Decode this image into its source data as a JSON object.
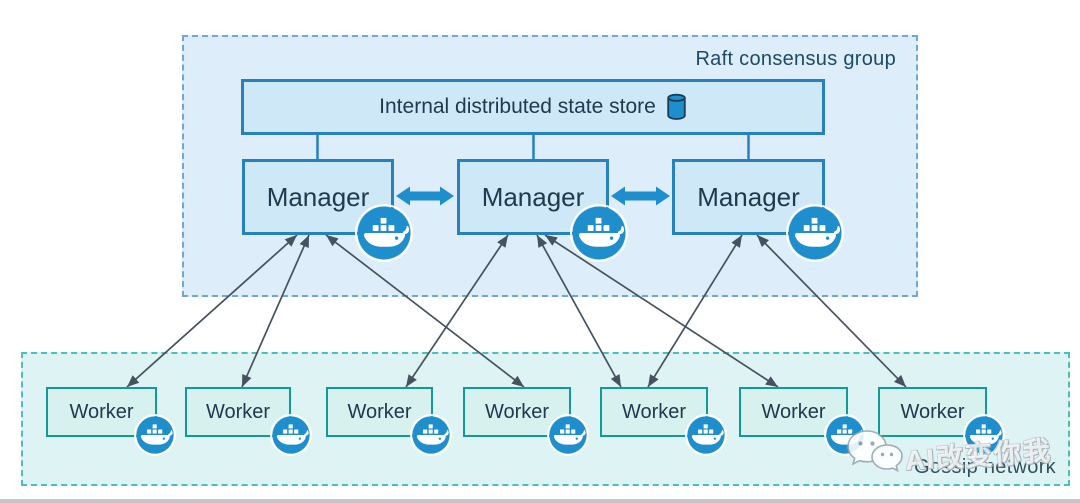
{
  "diagram": {
    "raft_group": {
      "label": "Raft consensus group"
    },
    "state_store": {
      "label": "Internal distributed state store",
      "icon": "database-cylinder-icon"
    },
    "managers": [
      {
        "id": "manager-1",
        "label": "Manager",
        "icon": "docker-whale-icon"
      },
      {
        "id": "manager-2",
        "label": "Manager",
        "icon": "docker-whale-icon"
      },
      {
        "id": "manager-3",
        "label": "Manager",
        "icon": "docker-whale-icon"
      }
    ],
    "gossip_network": {
      "label": "Gossip network"
    },
    "workers": [
      {
        "id": "worker-1",
        "label": "Worker",
        "icon": "docker-whale-icon"
      },
      {
        "id": "worker-2",
        "label": "Worker",
        "icon": "docker-whale-icon"
      },
      {
        "id": "worker-3",
        "label": "Worker",
        "icon": "docker-whale-icon"
      },
      {
        "id": "worker-4",
        "label": "Worker",
        "icon": "docker-whale-icon"
      },
      {
        "id": "worker-5",
        "label": "Worker",
        "icon": "docker-whale-icon"
      },
      {
        "id": "worker-6",
        "label": "Worker",
        "icon": "docker-whale-icon"
      },
      {
        "id": "worker-7",
        "label": "Worker",
        "icon": "docker-whale-icon"
      }
    ],
    "manager_links": [
      {
        "from": "manager-1",
        "to": "manager-2",
        "style": "thick-double-arrow"
      },
      {
        "from": "manager-2",
        "to": "manager-3",
        "style": "thick-double-arrow"
      }
    ],
    "store_links": [
      {
        "from": "state-store",
        "to": "manager-1"
      },
      {
        "from": "state-store",
        "to": "manager-2"
      },
      {
        "from": "state-store",
        "to": "manager-3"
      }
    ],
    "edges": [
      {
        "from": "manager-1",
        "to": "worker-1",
        "style": "double-arrow"
      },
      {
        "from": "manager-1",
        "to": "worker-2",
        "style": "double-arrow"
      },
      {
        "from": "manager-1",
        "to": "worker-4",
        "style": "double-arrow"
      },
      {
        "from": "manager-2",
        "to": "worker-3",
        "style": "double-arrow"
      },
      {
        "from": "manager-2",
        "to": "worker-5",
        "style": "double-arrow"
      },
      {
        "from": "manager-2",
        "to": "worker-6",
        "style": "double-arrow"
      },
      {
        "from": "manager-3",
        "to": "worker-5",
        "style": "double-arrow"
      },
      {
        "from": "manager-3",
        "to": "worker-7",
        "style": "double-arrow"
      }
    ],
    "watermark": {
      "icon": "wechat-icon",
      "text": "AI改变你我"
    },
    "colors": {
      "raft_background": "#ddeefa",
      "raft_border": "#6fa8d6",
      "node_blue_fill": "#cfe8f8",
      "node_blue_border": "#2781be",
      "gossip_background": "#def4f4",
      "gossip_border": "#4fbdbd",
      "worker_fill": "#d6f1ee",
      "worker_border": "#129a95",
      "arrow_gray": "#46525e",
      "docker_blue": "#1e8ecd",
      "text_dark": "#20394e"
    }
  }
}
